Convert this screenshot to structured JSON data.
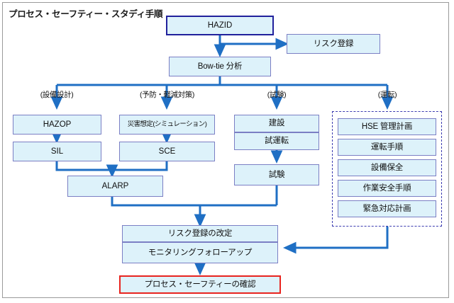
{
  "diagram": {
    "title": "プロセス・セーフティー・スタディ手順",
    "colors": {
      "node_fill": "#ddf2fa",
      "node_border": "#7b7fc4",
      "emphasis_border": "#21219c",
      "danger_border": "#e8241f",
      "connector": "#1f6fc4",
      "frame": "#9a9a9a",
      "dashed_group": "#3b3bb0"
    },
    "nodes": {
      "hazid": "HAZID",
      "risk_register": "リスク登録",
      "bowtie": "Bow-tie 分析",
      "hazop": "HAZOP",
      "sil": "SIL",
      "disaster_sim": "災害想定(シミュレーション)",
      "sce": "SCE",
      "alarp": "ALARP",
      "construction": "建設",
      "commissioning": "試運転",
      "testing": "試験",
      "hse_plan": "HSE 管理計画",
      "operating_procedure": "運転手順",
      "equipment_maintenance": "設備保全",
      "work_safety_procedure": "作業安全手順",
      "emergency_response_plan": "緊急対応計画",
      "risk_register_revision": "リスク登録の改定",
      "monitoring_followup": "モニタリングフォローアップ",
      "process_safety_confirmation": "プロセス・セーフティーの確認"
    },
    "branch_labels": {
      "equipment_design": "(設備設計)",
      "prevention_mitigation": "(予防・軽減対策)",
      "test": "(試験)",
      "operation": "(運転)"
    }
  }
}
